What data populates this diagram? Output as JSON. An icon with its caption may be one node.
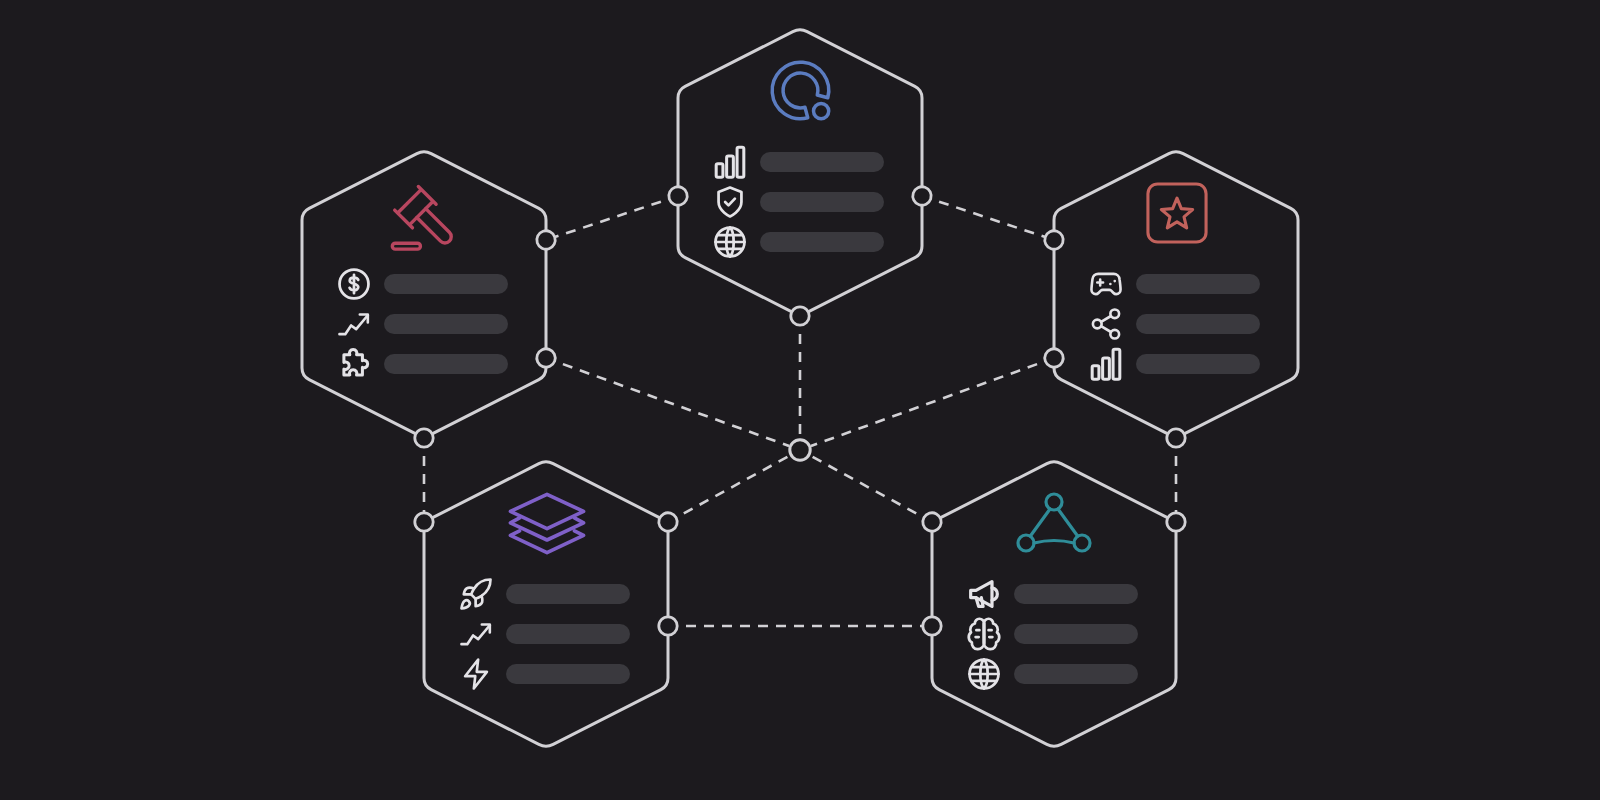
{
  "diagram": {
    "nodes": [
      {
        "text": [],
        "shape": "hexagon"
      },
      {
        "text": [],
        "shape": "hexagon"
      },
      {
        "text": [],
        "shape": "hexagon"
      },
      {
        "text": [],
        "shape": "circle"
      },
      {
        "text": [],
        "shape": "hexagon"
      },
      {
        "text": [],
        "shape": "hexagon"
      }
    ],
    "edges": [
      {
        "from": 0,
        "to": 1,
        "arrow": "other",
        "style": "dashed"
      },
      {
        "from": 0,
        "to": 2,
        "arrow": "other",
        "style": "dashed"
      },
      {
        "from": 0,
        "to": 3,
        "arrow": "other",
        "style": "dashed"
      },
      {
        "from": 1,
        "to": 3,
        "arrow": "other",
        "style": "dashed"
      },
      {
        "from": 2,
        "to": 3,
        "arrow": "other",
        "style": "dashed"
      },
      {
        "from": 1,
        "to": 4,
        "arrow": "other",
        "style": "dashed"
      },
      {
        "from": 2,
        "to": 5,
        "arrow": "other",
        "style": "dashed"
      },
      {
        "from": 4,
        "to": 3,
        "arrow": "other",
        "style": "dashed"
      },
      {
        "from": 5,
        "to": 3,
        "arrow": "other",
        "style": "dashed"
      },
      {
        "from": 4,
        "to": 5,
        "arrow": "other",
        "style": "dashed"
      }
    ]
  }
}
